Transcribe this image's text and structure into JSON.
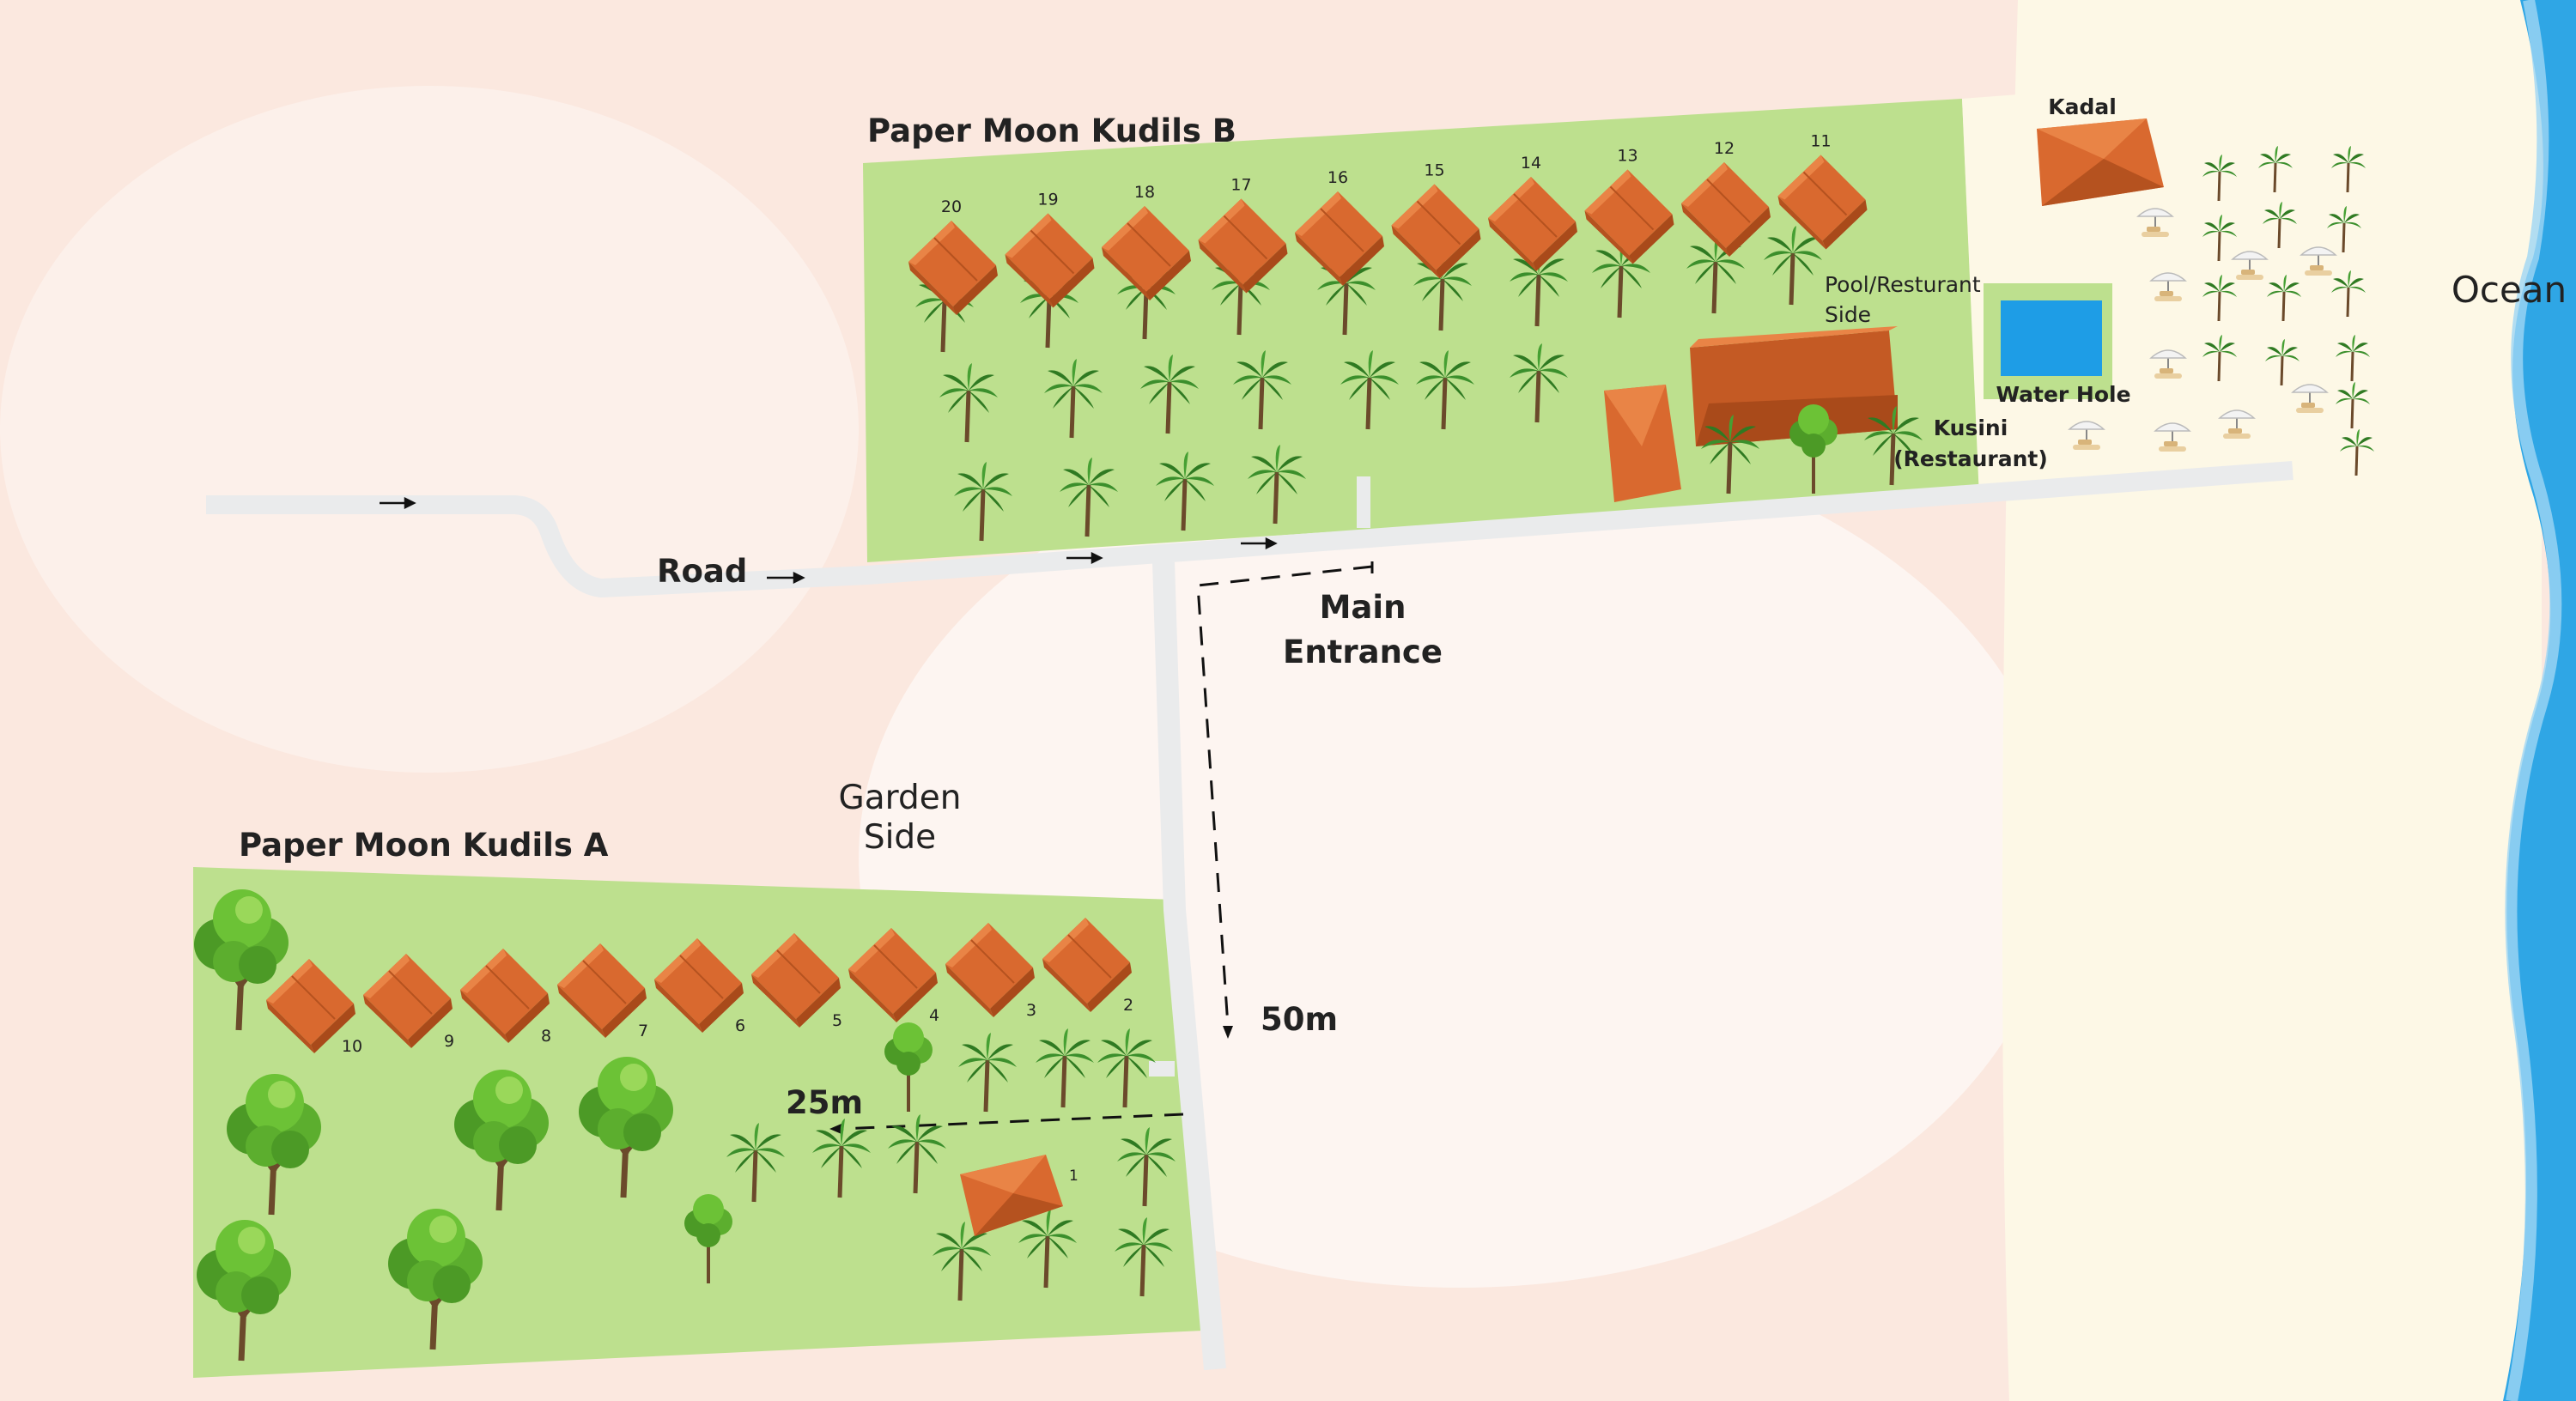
{
  "labels": {
    "kudils_b": "Paper Moon Kudils B",
    "kudils_a": "Paper Moon Kudils A",
    "road": "Road",
    "main_entrance_1": "Main",
    "main_entrance_2": "Entrance",
    "garden_side_1": "Garden",
    "garden_side_2": "Side",
    "pool_side_1": "Pool/Resturant",
    "pool_side_2": "Side",
    "kadal": "Kadal",
    "water_hole": "Water Hole",
    "kusini_1": "Kusini",
    "kusini_2": "(Restaurant)",
    "ocean": "Ocean",
    "dist_50": "50m",
    "dist_25": "25m"
  },
  "cottages_b": [
    "20",
    "19",
    "18",
    "17",
    "16",
    "15",
    "14",
    "13",
    "12",
    "11"
  ],
  "cottages_a": [
    "10",
    "9",
    "8",
    "7",
    "6",
    "5",
    "4",
    "3",
    "2"
  ],
  "cottage_1": "1",
  "colors": {
    "land": "#fbe6dd",
    "beach": "#fdf8e6",
    "ocean": "#2fa6e5",
    "lawn": "#bde08e",
    "road": "#eaebec",
    "roof": "#d9692f",
    "roof_dark": "#b5521f",
    "pool": "#1e9de6",
    "palm": "#3b8f2c",
    "trunk": "#6b4a2b",
    "tree": "#5cae2e"
  }
}
